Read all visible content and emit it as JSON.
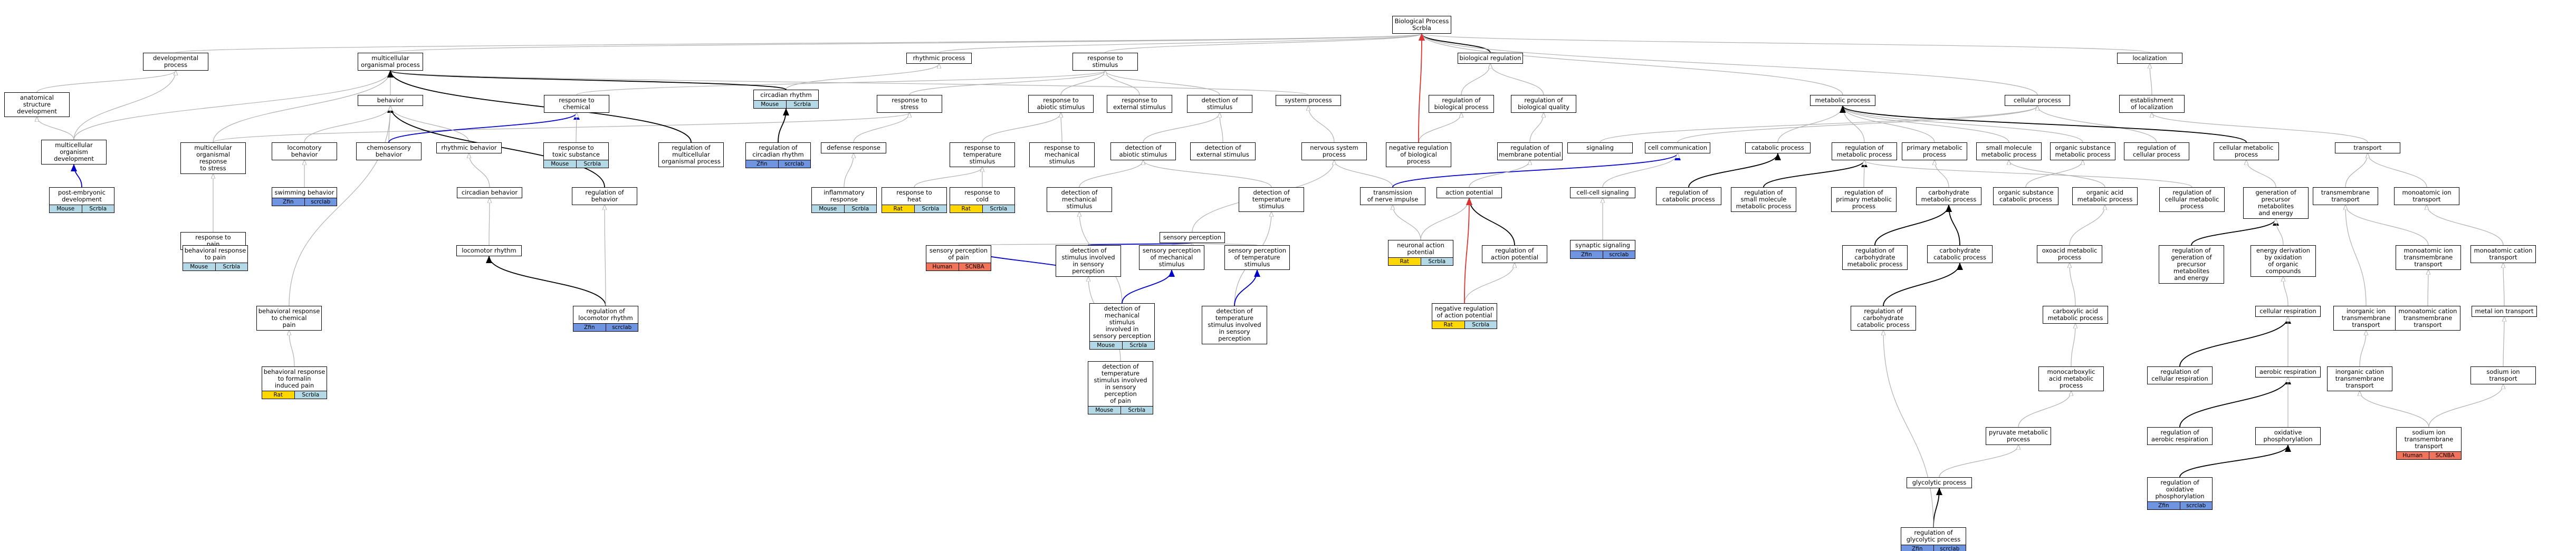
{
  "colors": {
    "mouse": "#b3d9e6",
    "human": "#f0735a",
    "rat": "#ffd700",
    "zfin": "#6f95e0",
    "scribe": "#b3d9e6",
    "edge": "#b0b0b0",
    "edge_dark": "#000000",
    "edge_blue": "#0000cc",
    "edge_red": "#e03030"
  },
  "nodes": [
    {
      "id": "root",
      "label": "Biological Process\nScrbla",
      "tags": []
    },
    {
      "id": "devproc",
      "label": "developmental\nprocess",
      "tags": []
    },
    {
      "id": "multorg",
      "label": "multicellular\norganismal process",
      "tags": []
    },
    {
      "id": "rhythmic",
      "label": "rhythmic process",
      "tags": []
    },
    {
      "id": "respstim",
      "label": "response to\nstimulus",
      "tags": []
    },
    {
      "id": "bioreg",
      "label": "biological regulation",
      "tags": []
    },
    {
      "id": "localization",
      "label": "localization",
      "tags": []
    },
    {
      "id": "anatdev",
      "label": "anatomical structure\ndevelopment",
      "tags": []
    },
    {
      "id": "multdev",
      "label": "multicellular\norganism development",
      "tags": []
    },
    {
      "id": "postemb",
      "label": "post-embryonic\ndevelopment",
      "tags": [
        "Mouse",
        "Scrbla"
      ]
    },
    {
      "id": "behavior",
      "label": "behavior",
      "tags": []
    },
    {
      "id": "respchem",
      "label": "response to\nchemical",
      "tags": []
    },
    {
      "id": "circrhythm",
      "label": "circadian rhythm",
      "tags": [
        "Mouse",
        "Scrbla"
      ]
    },
    {
      "id": "respstress",
      "label": "response to\nstress",
      "tags": []
    },
    {
      "id": "respabiotic",
      "label": "response to\nabiotic stimulus",
      "tags": []
    },
    {
      "id": "respext",
      "label": "response to\nexternal stimulus",
      "tags": []
    },
    {
      "id": "detstim",
      "label": "detection of\nstimulus",
      "tags": []
    },
    {
      "id": "sysproc",
      "label": "system process",
      "tags": []
    },
    {
      "id": "regbio",
      "label": "regulation of\nbiological process",
      "tags": []
    },
    {
      "id": "regqual",
      "label": "regulation of\nbiological quality",
      "tags": []
    },
    {
      "id": "metproc",
      "label": "metabolic process",
      "tags": []
    },
    {
      "id": "cellproc",
      "label": "cellular process",
      "tags": []
    },
    {
      "id": "estloc",
      "label": "establishment\nof localization",
      "tags": []
    },
    {
      "id": "multresp",
      "label": "multicellular\norganismal response\nto stress",
      "tags": []
    },
    {
      "id": "locobeh",
      "label": "locomotory behavior",
      "tags": []
    },
    {
      "id": "chemobeh",
      "label": "chemosensory\nbehavior",
      "tags": []
    },
    {
      "id": "rhythbeh",
      "label": "rhythmic behavior",
      "tags": []
    },
    {
      "id": "resptox",
      "label": "response to\ntoxic substance",
      "tags": [
        "Mouse",
        "Scrbla"
      ]
    },
    {
      "id": "regmult",
      "label": "regulation of\nmulticellular\norganismal process",
      "tags": []
    },
    {
      "id": "regcirc",
      "label": "regulation of\ncircadian rhythm",
      "tags": [
        "Zfin",
        "scrclab"
      ]
    },
    {
      "id": "defresp",
      "label": "defense response",
      "tags": []
    },
    {
      "id": "resptemp",
      "label": "response to\ntemperature\nstimulus",
      "tags": []
    },
    {
      "id": "respmech",
      "label": "response to\nmechanical stimulus",
      "tags": []
    },
    {
      "id": "detabiotic",
      "label": "detection of\nabiotic stimulus",
      "tags": []
    },
    {
      "id": "detext",
      "label": "detection of\nexternal stimulus",
      "tags": []
    },
    {
      "id": "nervsys",
      "label": "nervous system\nprocess",
      "tags": []
    },
    {
      "id": "negregbio",
      "label": "negative regulation\nof biological\nprocess",
      "tags": []
    },
    {
      "id": "signaling",
      "label": "signaling",
      "tags": []
    },
    {
      "id": "regmemb",
      "label": "regulation of\nmembrane potential",
      "tags": []
    },
    {
      "id": "cellcomm",
      "label": "cell communication",
      "tags": []
    },
    {
      "id": "catproc",
      "label": "catabolic process",
      "tags": []
    },
    {
      "id": "regmet",
      "label": "regulation of\nmetabolic process",
      "tags": []
    },
    {
      "id": "primmet",
      "label": "primary metabolic\nprocess",
      "tags": []
    },
    {
      "id": "smallmol",
      "label": "small molecule\nmetabolic process",
      "tags": []
    },
    {
      "id": "orgsub",
      "label": "organic substance\nmetabolic process",
      "tags": []
    },
    {
      "id": "regcellproc",
      "label": "regulation of\ncellular process",
      "tags": []
    },
    {
      "id": "cellmet",
      "label": "cellular metabolic\nprocess",
      "tags": []
    },
    {
      "id": "transport",
      "label": "transport",
      "tags": []
    },
    {
      "id": "swimming",
      "label": "swimming behavior",
      "tags": [
        "Zfin",
        "scrclab"
      ]
    },
    {
      "id": "circbeh",
      "label": "circadian behavior",
      "tags": []
    },
    {
      "id": "regbeh",
      "label": "regulation of\nbehavior",
      "tags": []
    },
    {
      "id": "inflamm",
      "label": "inflammatory\nresponse",
      "tags": [
        "Mouse",
        "Scrbla"
      ]
    },
    {
      "id": "respheat",
      "label": "response to\nheat",
      "tags": [
        "Rat",
        "Scrbla"
      ]
    },
    {
      "id": "respcold",
      "label": "response to\ncold",
      "tags": [
        "Rat",
        "Scrbla"
      ]
    },
    {
      "id": "detmech",
      "label": "detection of\nmechanical stimulus",
      "tags": []
    },
    {
      "id": "dettemp",
      "label": "detection of\ntemperature\nstimulus",
      "tags": []
    },
    {
      "id": "transimp",
      "label": "transmission\nof nerve impulse",
      "tags": []
    },
    {
      "id": "actpot",
      "label": "action potential",
      "tags": []
    },
    {
      "id": "cellsig",
      "label": "cell-cell signaling",
      "tags": []
    },
    {
      "id": "regcatab",
      "label": "regulation of\ncatabolic process",
      "tags": []
    },
    {
      "id": "regsmall",
      "label": "regulation of\nsmall molecule\nmetabolic process",
      "tags": []
    },
    {
      "id": "regprim",
      "label": "regulation of\nprimary metabolic\nprocess",
      "tags": []
    },
    {
      "id": "carbomet",
      "label": "carbohydrate\nmetabolic process",
      "tags": []
    },
    {
      "id": "orgcatab",
      "label": "organic substance\ncatabolic process",
      "tags": []
    },
    {
      "id": "orgacid",
      "label": "organic acid\nmetabolic process",
      "tags": []
    },
    {
      "id": "regcellmet",
      "label": "regulation of\ncellular metabolic\nprocess",
      "tags": []
    },
    {
      "id": "genprec",
      "label": "generation of\nprecursor metabolites\nand energy",
      "tags": []
    },
    {
      "id": "transmemb",
      "label": "transmembrane\ntransport",
      "tags": []
    },
    {
      "id": "monoion",
      "label": "monoatomic ion\ntransport",
      "tags": []
    },
    {
      "id": "respain",
      "label": "response to\npain",
      "tags": []
    },
    {
      "id": "sensperc",
      "label": "sensory perception",
      "tags": []
    },
    {
      "id": "synsig",
      "label": "synaptic signaling",
      "tags": [
        "Zfin",
        "scrclab"
      ]
    },
    {
      "id": "behpain",
      "label": "behavioral response\nto pain",
      "tags": [
        "Mouse",
        "Scrbla"
      ]
    },
    {
      "id": "sensperpain",
      "label": "sensory perception\nof pain",
      "tags": [
        "Human",
        "SCNBA"
      ]
    },
    {
      "id": "detpain",
      "label": "detection of\nstimulus involved\nin sensory perception",
      "tags": []
    },
    {
      "id": "sensmech",
      "label": "sensory perception\nof mechanical\nstimulus",
      "tags": []
    },
    {
      "id": "senstemp",
      "label": "sensory perception\nof temperature\nstimulus",
      "tags": []
    },
    {
      "id": "neuronal",
      "label": "neuronal action\npotential",
      "tags": [
        "Rat",
        "Scrbla"
      ]
    },
    {
      "id": "regactpot",
      "label": "regulation of\naction potential",
      "tags": []
    },
    {
      "id": "oxoacid",
      "label": "oxoacid metabolic\nprocess",
      "tags": []
    },
    {
      "id": "regcarbomet",
      "label": "regulation of\ncarbohydrate\nmetabolic process",
      "tags": []
    },
    {
      "id": "carbocatab",
      "label": "carbohydrate\ncatabolic process",
      "tags": []
    },
    {
      "id": "reggenprec",
      "label": "regulation of\ngeneration of\nprecursor metabolites\nand energy",
      "tags": []
    },
    {
      "id": "energyderiv",
      "label": "energy derivation\nby oxidation\nof organic compounds",
      "tags": []
    },
    {
      "id": "monoiontm",
      "label": "monoatomic ion\ntransmembrane\ntransport",
      "tags": []
    },
    {
      "id": "monocation",
      "label": "monoatomic cation\ntransport",
      "tags": []
    },
    {
      "id": "locorhythm",
      "label": "locomotor rhythm",
      "tags": []
    },
    {
      "id": "detmechsens",
      "label": "detection of\nmechanical stimulus\ninvolved in\nsensory perception",
      "tags": [
        "Mouse",
        "Scrbla"
      ]
    },
    {
      "id": "dettempsens",
      "label": "detection of\ntemperature\nstimulus involved\nin sensory perception",
      "tags": []
    },
    {
      "id": "negregact",
      "label": "negative regulation\nof action potential",
      "tags": [
        "Rat",
        "Scrbla"
      ]
    },
    {
      "id": "regcarbocat",
      "label": "regulation of\ncarbohydrate\ncatabolic process",
      "tags": []
    },
    {
      "id": "carboxacid",
      "label": "carboxylic acid\nmetabolic process",
      "tags": []
    },
    {
      "id": "cellresp",
      "label": "cellular respiration",
      "tags": []
    },
    {
      "id": "inorgion",
      "label": "inorganic ion\ntransmembrane\ntransport",
      "tags": []
    },
    {
      "id": "monocattm",
      "label": "monoatomic cation\ntransmembrane\ntransport",
      "tags": []
    },
    {
      "id": "metalion",
      "label": "metal ion transport",
      "tags": []
    },
    {
      "id": "behchem",
      "label": "behavioral response\nto chemical\npain",
      "tags": []
    },
    {
      "id": "regloco",
      "label": "regulation of\nlocomotor rhythm",
      "tags": [
        "Zfin",
        "scrclab"
      ]
    },
    {
      "id": "detmechpain",
      "label": "detection of\ntemperature\nstimulus involved\nin sensory perception\nof pain",
      "tags": [
        "Mouse",
        "Scrbla"
      ]
    },
    {
      "id": "monocarbox",
      "label": "monocarboxylic\nacid metabolic\nprocess",
      "tags": []
    },
    {
      "id": "regcellresp",
      "label": "regulation of\ncellular respiration",
      "tags": []
    },
    {
      "id": "aerobic",
      "label": "aerobic respiration",
      "tags": []
    },
    {
      "id": "inorgcation",
      "label": "inorganic cation\ntransmembrane\ntransport",
      "tags": []
    },
    {
      "id": "sodiumion",
      "label": "sodium ion transport",
      "tags": []
    },
    {
      "id": "behformalin",
      "label": "behavioral response\nto formalin\ninduced pain",
      "tags": [
        "Rat",
        "Scrbla"
      ]
    },
    {
      "id": "pyruvate",
      "label": "pyruvate metabolic\nprocess",
      "tags": []
    },
    {
      "id": "regaerobic",
      "label": "regulation of\naerobic respiration",
      "tags": []
    },
    {
      "id": "oxphos",
      "label": "oxidative phosphorylation",
      "tags": []
    },
    {
      "id": "sodiumtm",
      "label": "sodium ion transmembrane\ntransport",
      "tags": [
        "Human",
        "SCNBA"
      ]
    },
    {
      "id": "glycolytic",
      "label": "glycolytic process",
      "tags": []
    },
    {
      "id": "regoxphos",
      "label": "regulation of\noxidative phosphorylation",
      "tags": [
        "Zfin",
        "scrclab"
      ]
    },
    {
      "id": "regglyc",
      "label": "regulation of\nglycolytic process",
      "tags": [
        "Zfin",
        "scrclab"
      ]
    }
  ]
}
